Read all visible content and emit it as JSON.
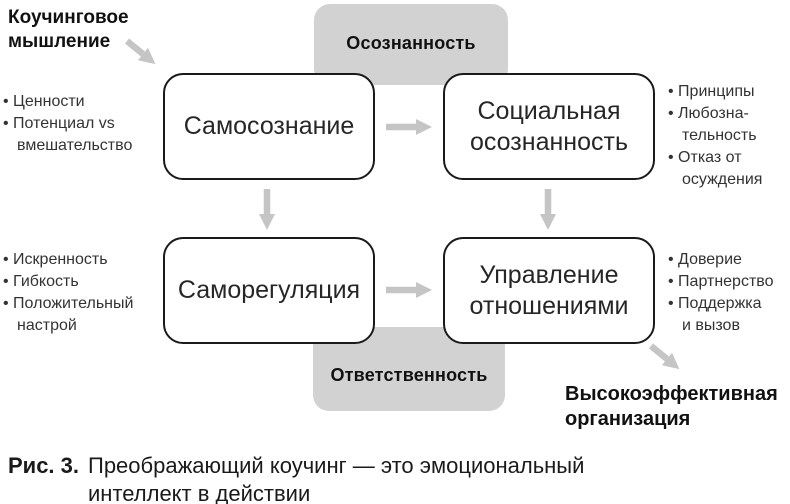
{
  "figure": {
    "mindset_label": "Коучинговое мышление",
    "zones": {
      "top_label": "Осознанность",
      "bottom_label": "Ответственность"
    },
    "boxes": {
      "self_awareness": "Самосознание",
      "social_awareness": "Социальная осознанность",
      "self_regulation": "Саморегуляция",
      "relationship_management": "Управление отношениями"
    },
    "bullets": {
      "top_left": [
        "• Ценности",
        "• Потенциал vs",
        "вмешательство"
      ],
      "top_right": [
        "• Принципы",
        "• Любозна-",
        "тельность",
        "• Отказ от",
        "осуждения"
      ],
      "bottom_left": [
        "• Искренность",
        "• Гибкость",
        "• Положительный",
        "настрой"
      ],
      "bottom_right": [
        "• Доверие",
        "• Партнерство",
        "• Поддержка",
        "и вызов"
      ]
    },
    "outcome_label": "Высокоэффективная организация",
    "arrow_icons": [
      "arrow-diagonal-mindset-to-self-awareness",
      "arrow-right-self-awareness-to-social-awareness",
      "arrow-down-self-awareness-to-self-regulation",
      "arrow-down-social-awareness-to-relationship-management",
      "arrow-right-self-regulation-to-relationship-management",
      "arrow-diagonal-relationship-management-to-organization"
    ]
  },
  "caption": {
    "label": "Рис. 3.",
    "text": "Преображающий коучинг — это эмоциональный интеллект в действии"
  },
  "colors": {
    "zone_fill": "#d2d2d2",
    "arrow": "#c5c5c5",
    "box_border": "#1a1a1a",
    "text_dark": "#111111",
    "text_body": "#333333"
  }
}
